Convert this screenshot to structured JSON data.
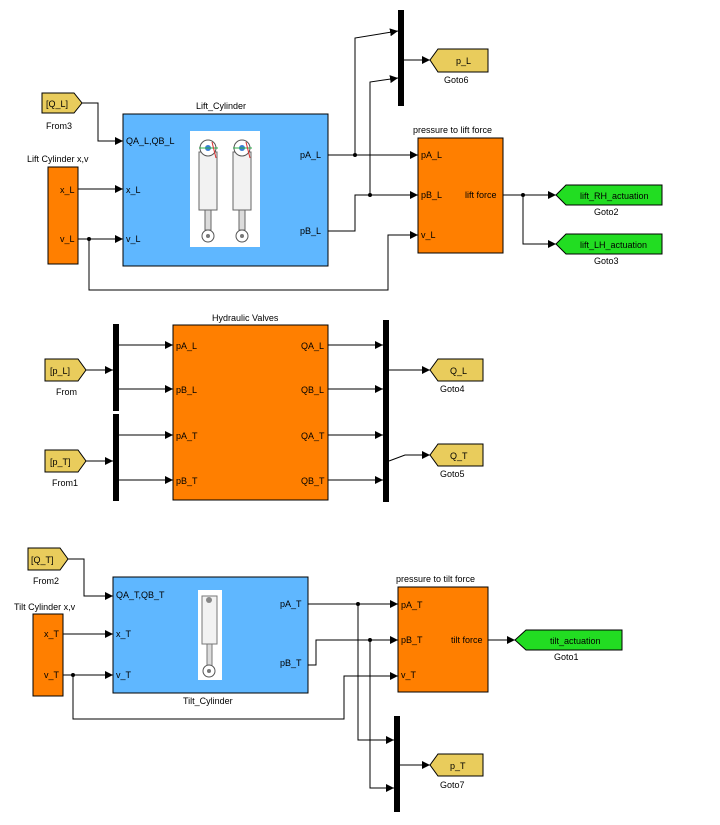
{
  "lift": {
    "from_q": "[Q_L]",
    "from_q_name": "From3",
    "xv_title": "Lift Cylinder x,v",
    "xv_x": "x_L",
    "xv_v": "v_L",
    "cyl_title": "Lift_Cylinder",
    "cyl_in_q": "QA_L,QB_L",
    "cyl_in_x": "x_L",
    "cyl_in_v": "v_L",
    "cyl_out_pa": "pA_L",
    "cyl_out_pb": "pB_L",
    "goto_p": "p_L",
    "goto_p_name": "Goto6",
    "force_title": "pressure to lift force",
    "force_in_pa": "pA_L",
    "force_in_pb": "pB_L",
    "force_in_v": "v_L",
    "force_out": "lift force",
    "goto_rh": "lift_RH_actuation",
    "goto_rh_name": "Goto2",
    "goto_lh": "lift_LH_actuation",
    "goto_lh_name": "Goto3"
  },
  "valves": {
    "title": "Hydraulic Valves",
    "from_pl": "[p_L]",
    "from_pl_name": "From",
    "from_pt": "[p_T]",
    "from_pt_name": "From1",
    "in_pa_l": "pA_L",
    "in_pb_l": "pB_L",
    "in_pa_t": "pA_T",
    "in_pb_t": "pB_T",
    "out_qa_l": "QA_L",
    "out_qb_l": "QB_L",
    "out_qa_t": "QA_T",
    "out_qb_t": "QB_T",
    "goto_ql": "Q_L",
    "goto_ql_name": "Goto4",
    "goto_qt": "Q_T",
    "goto_qt_name": "Goto5"
  },
  "tilt": {
    "from_q": "[Q_T]",
    "from_q_name": "From2",
    "xv_title": "Tilt Cylinder x,v",
    "xv_x": "x_T",
    "xv_v": "v_T",
    "cyl_title": "Tilt_Cylinder",
    "cyl_in_q": "QA_T,QB_T",
    "cyl_in_x": "x_T",
    "cyl_in_v": "v_T",
    "cyl_out_pa": "pA_T",
    "cyl_out_pb": "pB_T",
    "force_title": "pressure to tilt force",
    "force_in_pa": "pA_T",
    "force_in_pb": "pB_T",
    "force_in_v": "v_T",
    "force_out": "tilt force",
    "goto_tilt": "tilt_actuation",
    "goto_tilt_name": "Goto1",
    "goto_p": "p_T",
    "goto_p_name": "Goto7"
  },
  "colors": {
    "orange_block": "#ff7f00",
    "blue_block": "#5fb7ff",
    "yellow_tag": "#e9cc5c",
    "green_tag": "#22dd22"
  }
}
